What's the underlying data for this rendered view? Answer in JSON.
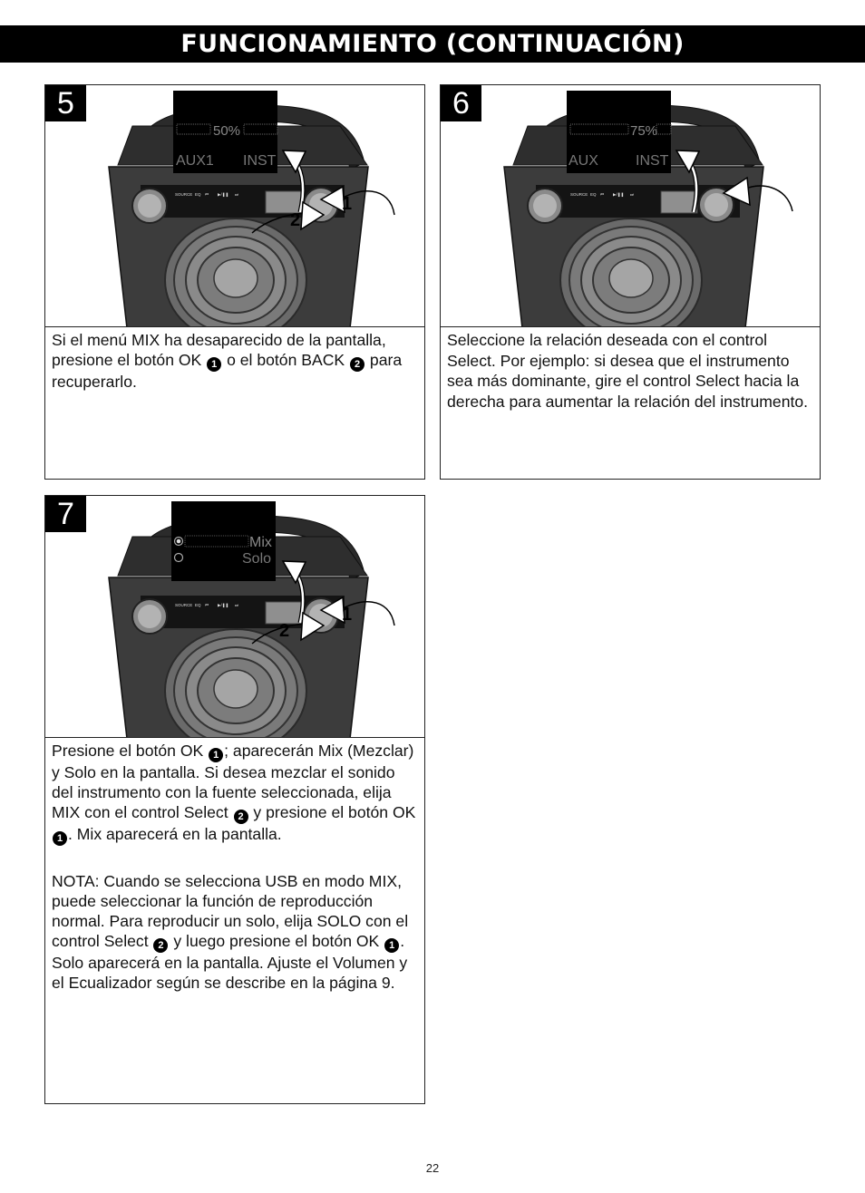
{
  "header": {
    "title": "FUNCIONAMIENTO (CONTINUACIÓN)"
  },
  "steps": [
    {
      "number": "5",
      "screen": {
        "percent": "50%",
        "left_label": "AUX1",
        "right_label": "INST"
      },
      "panel_labels": [
        "SOURCE",
        "EQ",
        "⏮",
        "▶/❚❚",
        "⏭"
      ],
      "callouts": [
        "1",
        "2"
      ],
      "text": {
        "p1a": "Si el menú MIX ha desaparecido de la pantalla, presione el botón OK ",
        "b1": "1",
        "p1b": " o el botón BACK ",
        "b2": "2",
        "p1c": " para recuperarlo."
      }
    },
    {
      "number": "6",
      "screen": {
        "percent": "75%",
        "left_label": "AUX",
        "right_label": "INST"
      },
      "panel_labels": [
        "SOURCE",
        "EQ",
        "⏮",
        "▶/❚❚",
        "⏭"
      ],
      "text": {
        "p1": "Seleccione la relación deseada con el control Select. Por ejemplo: si desea que el instrumento sea más dominante, gire el control Select hacia la derecha para aumentar la relación del instrumento."
      }
    },
    {
      "number": "7",
      "screen": {
        "option1": "Mix",
        "option2": "Solo"
      },
      "panel_labels": [
        "SOURCE",
        "EQ",
        "⏮",
        "▶/❚❚",
        "⏭"
      ],
      "callouts": [
        "1",
        "2"
      ],
      "text": {
        "p1a": "Presione el botón OK ",
        "b1": "1",
        "p1b": "; aparecerán Mix (Mezclar) y Solo en la pantalla. Si desea mezclar el sonido del instrumento con la fuente seleccionada, elija MIX con el control Select ",
        "b2": "2",
        "p1c": " y presione el botón OK ",
        "b3": "1",
        "p1d": ". Mix aparecerá en la pantalla.",
        "note_label": "NOTA:",
        "n1a": " Cuando se selecciona USB en modo MIX, puede seleccionar la función de reproducción normal. Para reproducir un solo, elija SOLO con el control Select ",
        "n2": "2",
        "n1b": " y luego presione el botón OK ",
        "n3": "1",
        "n1c": ". Solo aparecerá en la pantalla. Ajuste el Volumen y el Ecualizador según se describe en la página 9."
      }
    }
  ],
  "footer": {
    "page_number": "22"
  }
}
